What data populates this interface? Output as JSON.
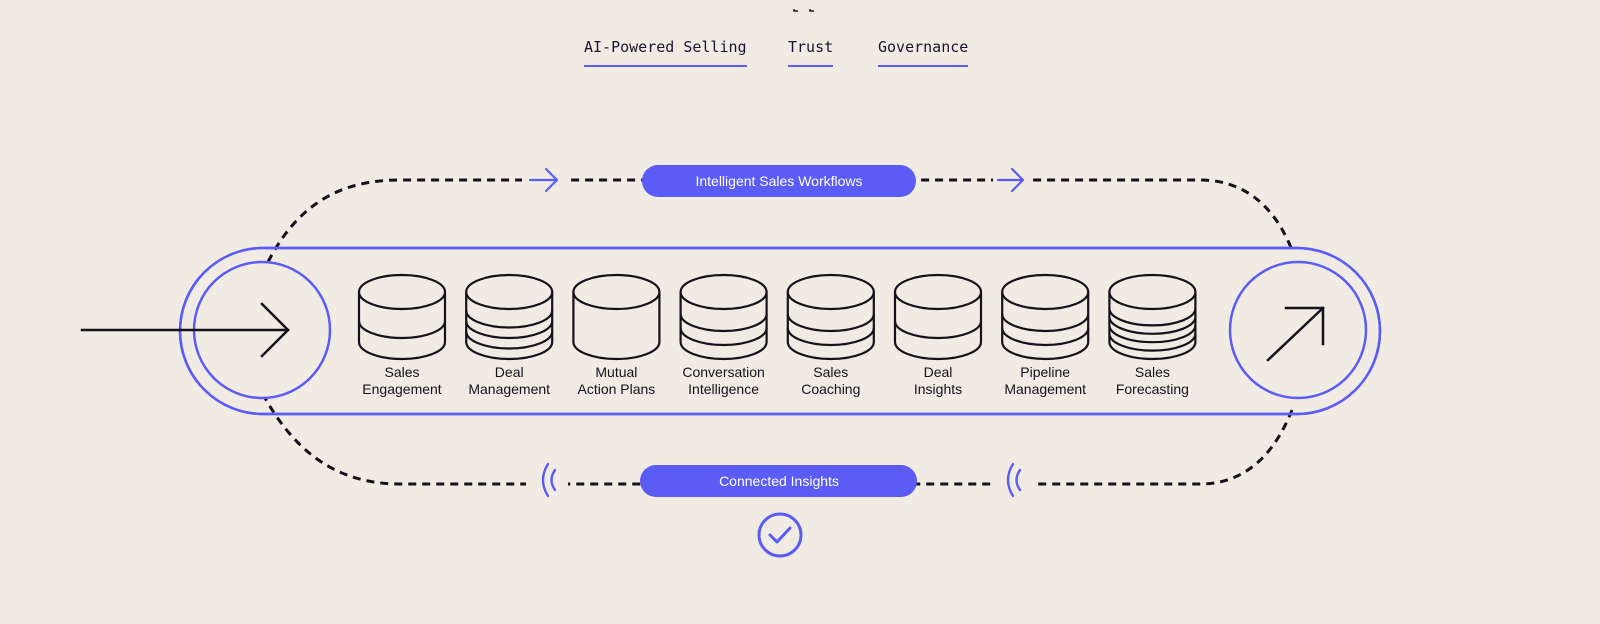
{
  "tabs": [
    {
      "label": "AI-Powered Selling"
    },
    {
      "label": "Trust"
    },
    {
      "label": "Governance"
    }
  ],
  "diagram": {
    "top_pill": "Intelligent Sales Workflows",
    "bottom_pill": "Connected Insights",
    "stages": [
      {
        "line1": "Sales",
        "line2": "Engagement",
        "icon": "database-2-layer-icon"
      },
      {
        "line1": "Deal",
        "line2": "Management",
        "icon": "database-4-layer-icon"
      },
      {
        "line1": "Mutual",
        "line2": "Action Plans",
        "icon": "database-1-layer-icon"
      },
      {
        "line1": "Conversation",
        "line2": "Intelligence",
        "icon": "database-3-layer-icon"
      },
      {
        "line1": "Sales",
        "line2": "Coaching",
        "icon": "database-3-layer-icon"
      },
      {
        "line1": "Deal",
        "line2": "Insights",
        "icon": "database-2-layer-icon"
      },
      {
        "line1": "Pipeline",
        "line2": "Management",
        "icon": "database-3-layer-icon"
      },
      {
        "line1": "Sales",
        "line2": "Forecasting",
        "icon": "database-5-layer-icon"
      }
    ]
  },
  "colors": {
    "accent": "#5b5bf5",
    "background": "#f0ebe3",
    "ink": "#15121c"
  }
}
